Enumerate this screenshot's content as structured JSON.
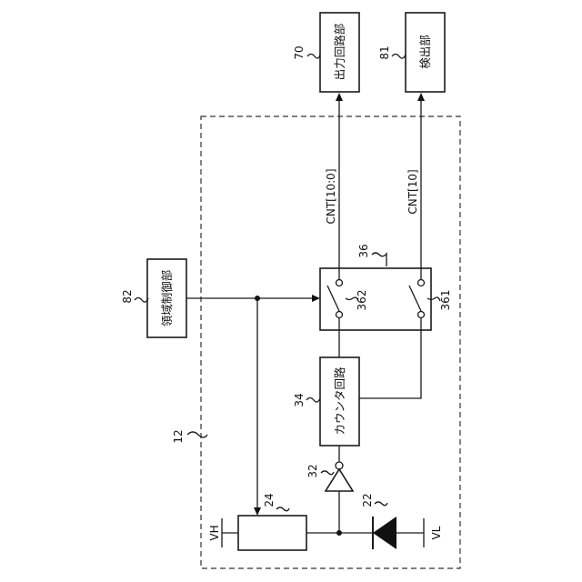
{
  "labels": {
    "output_circuit": "出力回路部",
    "output_circuit_ref": "70",
    "detector": "検出部",
    "detector_ref": "81",
    "region_control": "領域制御部",
    "region_control_ref": "82",
    "counter_circuit": "カウンタ回路",
    "counter_ref": "34",
    "switch_ref": "36",
    "switch_a_ref": "362",
    "switch_b_ref": "361",
    "inverter_ref": "32",
    "diode_ref": "22",
    "resistor_ref": "24",
    "chip_ref": "12",
    "signal_cnt_all": "CNT[10:0]",
    "signal_cnt_msb": "CNT[10]",
    "vh": "VH",
    "vl": "VL"
  }
}
